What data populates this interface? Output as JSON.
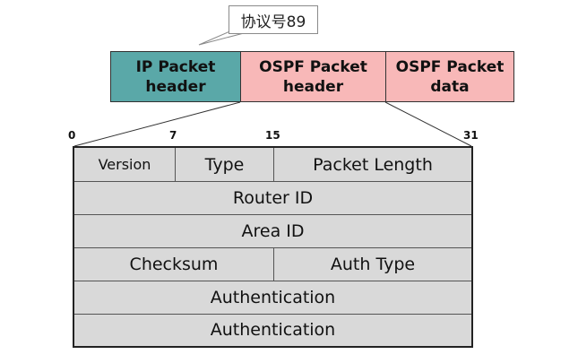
{
  "callout": {
    "text": "协议号89"
  },
  "packet": {
    "segments": [
      {
        "line1": "IP Packet",
        "line2": "header",
        "color": "#5aa8a8"
      },
      {
        "line1": "OSPF Packet",
        "line2": "header",
        "color": "#f8b8b8"
      },
      {
        "line1": "OSPF Packet",
        "line2": "data",
        "color": "#f8b8b8"
      }
    ]
  },
  "bits": {
    "b0": "0",
    "b7": "7",
    "b15": "15",
    "b31": "31"
  },
  "header_fields": {
    "version": "Version",
    "type": "Type",
    "packet_length": "Packet Length",
    "router_id": "Router ID",
    "area_id": "Area ID",
    "checksum": "Checksum",
    "auth_type": "Auth Type",
    "authentication_1": "Authentication",
    "authentication_2": "Authentication"
  },
  "colors": {
    "field_fill": "#d9d9d9",
    "border": "#222222"
  }
}
